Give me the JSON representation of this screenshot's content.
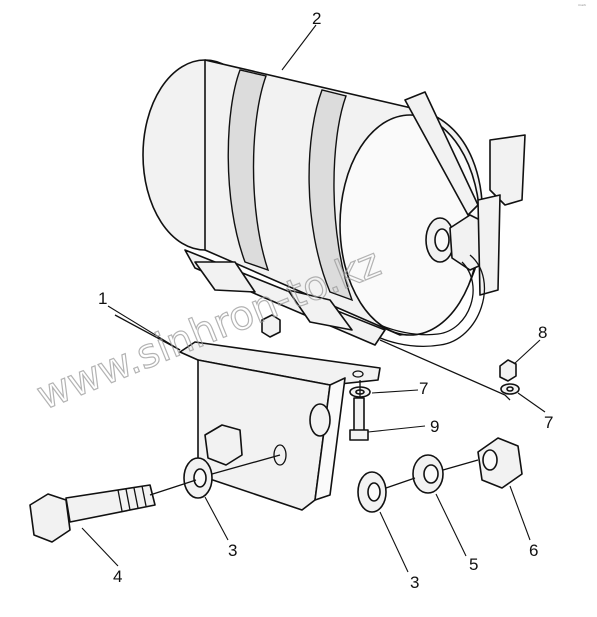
{
  "callouts": {
    "c1": "1",
    "c2": "2",
    "c3a": "3",
    "c3b": "3",
    "c4": "4",
    "c5": "5",
    "c6": "6",
    "c7a": "7",
    "c7b": "7",
    "c8": "8",
    "c9": "9"
  },
  "watermark": "www.sinhron-to.kz",
  "corner_mark": "ᵐᵃʳᵏ",
  "colors": {
    "line": "#111111",
    "fill": "#f2f2f2",
    "watermark": "#9a9a9a"
  }
}
